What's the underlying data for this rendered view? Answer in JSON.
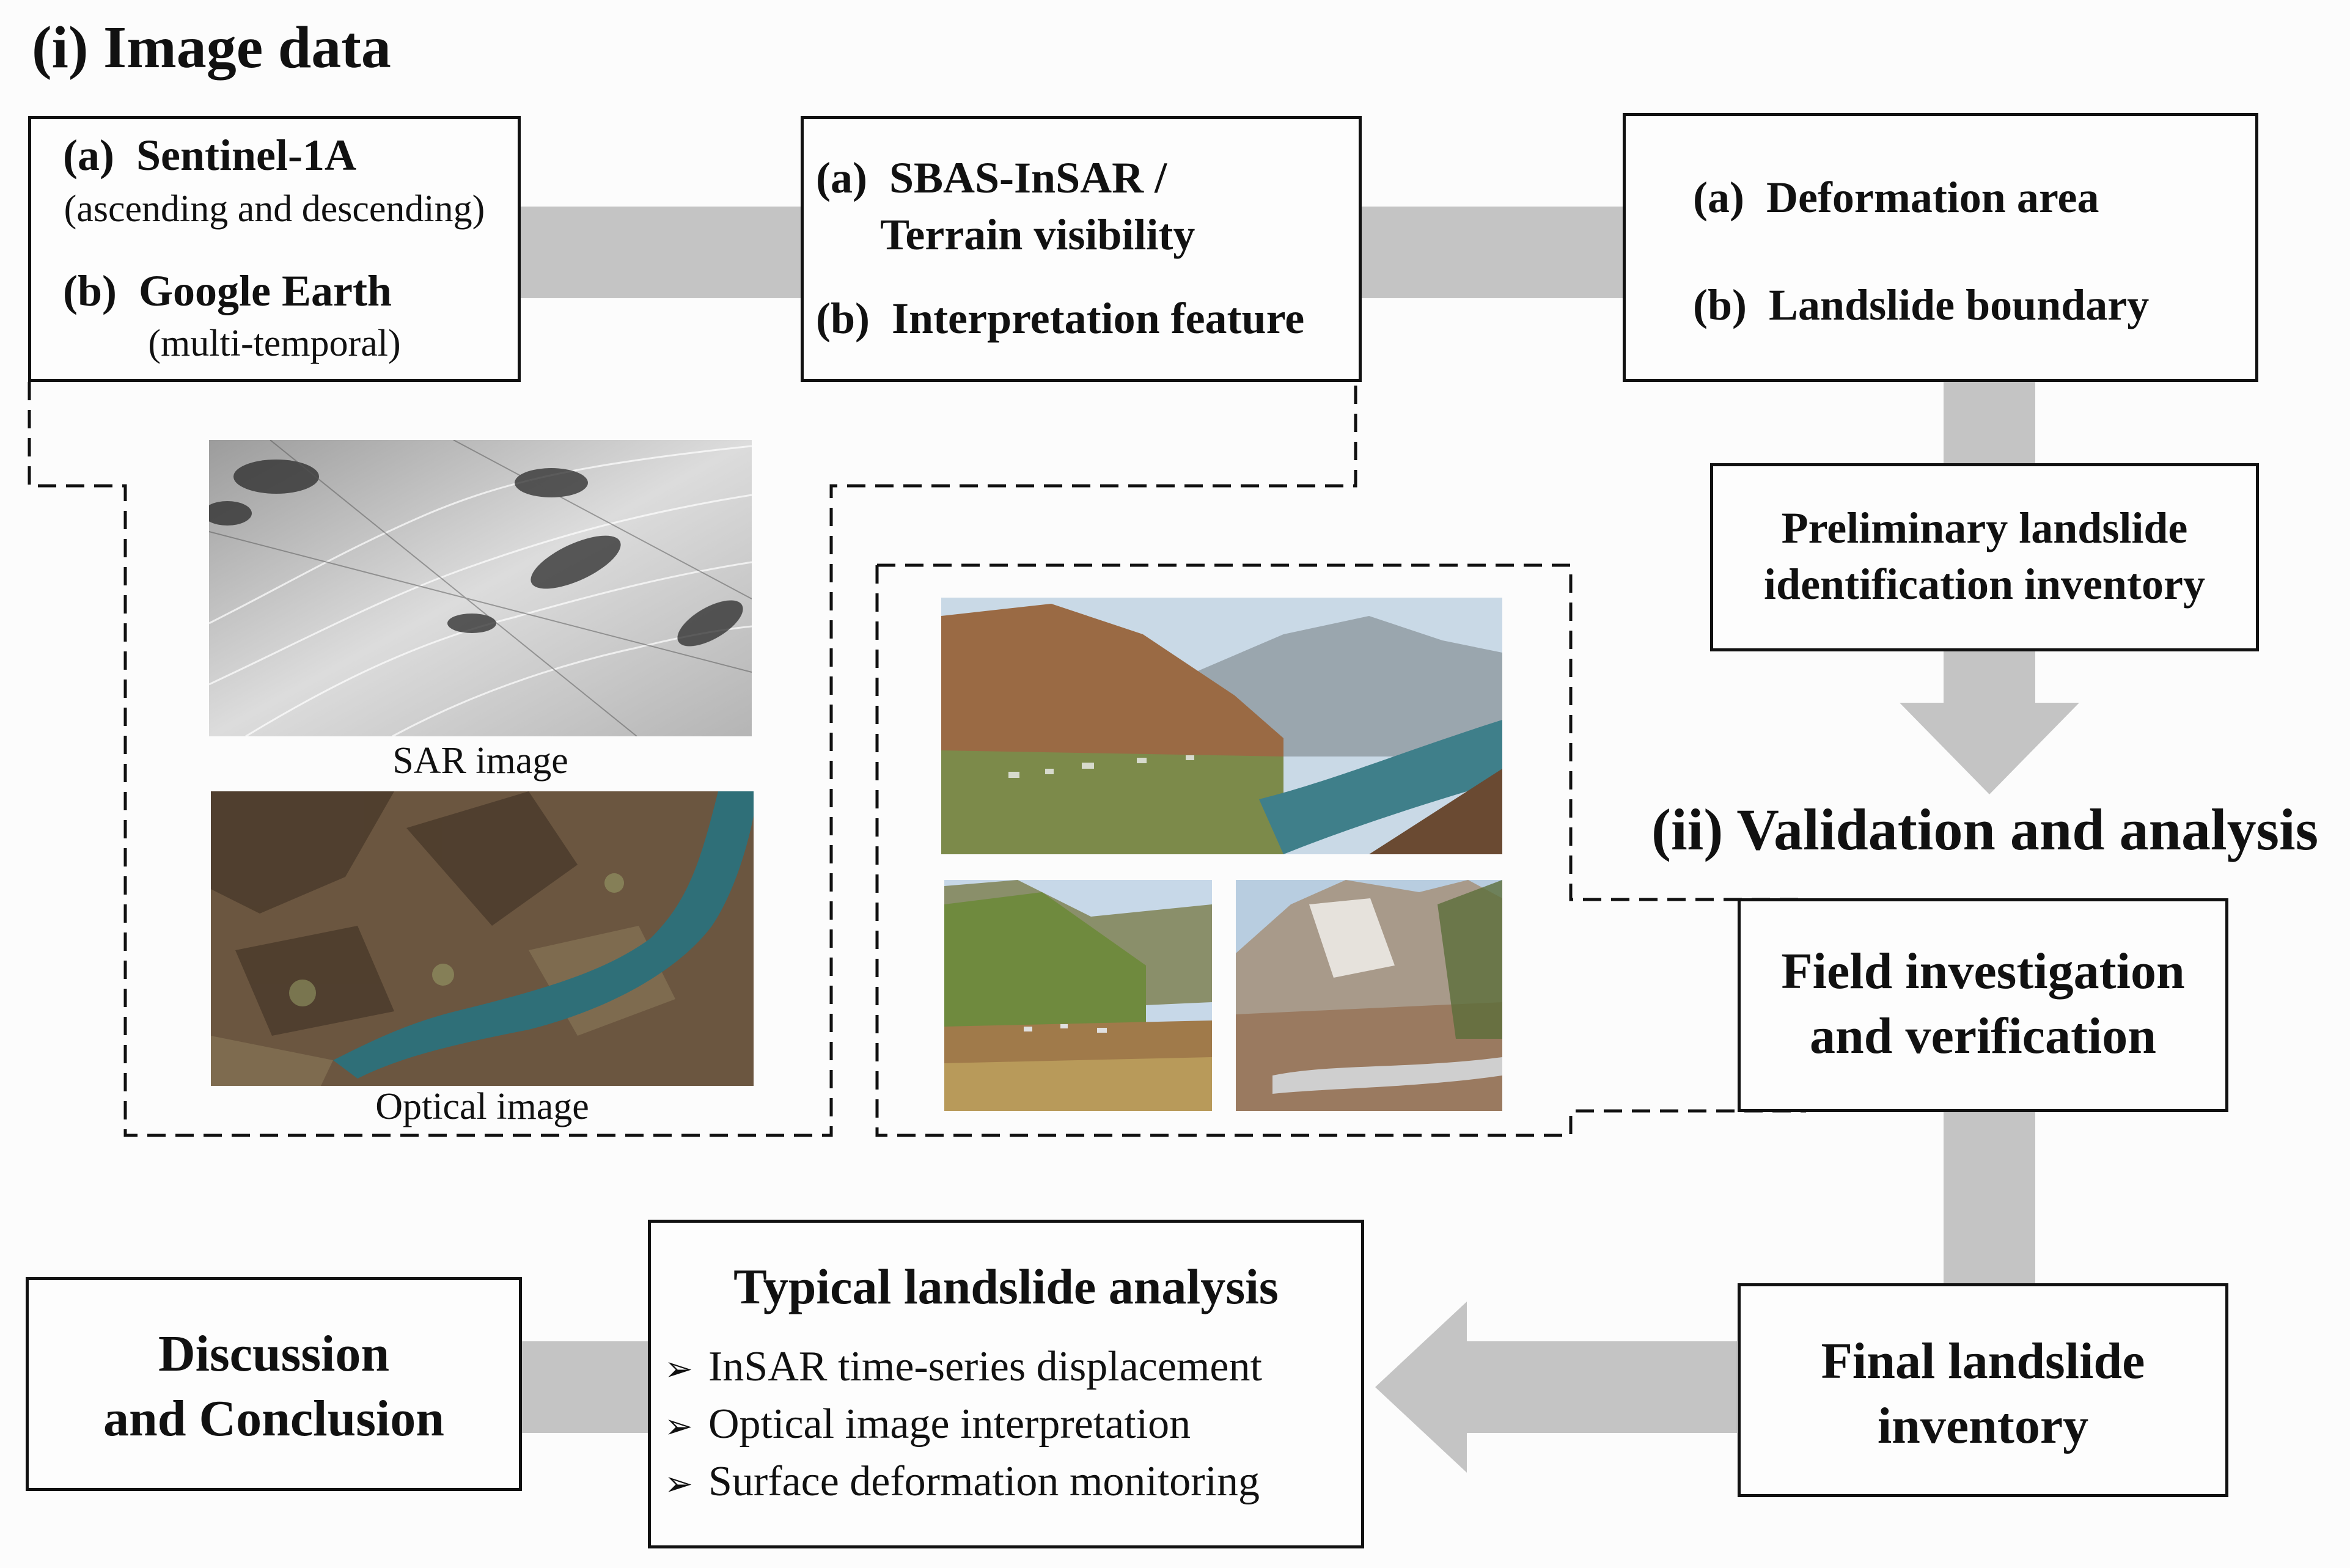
{
  "sections": {
    "image_data_title": "(i) Image data",
    "validation_title": "(ii) Validation and analysis"
  },
  "data_box": {
    "a_label": "(a)",
    "a_text": "Sentinel-1A",
    "a_sub": "(ascending and descending)",
    "b_label": "(b)",
    "b_text": "Google Earth",
    "b_sub": "(multi-temporal)"
  },
  "method_box": {
    "a_label": "(a)",
    "a_line1": "SBAS-InSAR /",
    "a_line2": "Terrain visibility",
    "b_label": "(b)",
    "b_text": "Interpretation feature"
  },
  "result_box": {
    "a_label": "(a)",
    "a_text": "Deformation area",
    "b_label": "(b)",
    "b_text": "Landslide boundary"
  },
  "preliminary_box": {
    "line1": "Preliminary landslide",
    "line2": "identification inventory"
  },
  "field_box": {
    "line1": "Field investigation",
    "line2": "and verification"
  },
  "final_box": {
    "line1": "Final landslide",
    "line2": "inventory"
  },
  "analysis_box": {
    "title": "Typical landslide analysis",
    "bullet_icon": "arrow-bullet-icon",
    "items": [
      "InSAR time-series displacement",
      "Optical image interpretation",
      "Surface deformation monitoring"
    ]
  },
  "discussion_box": {
    "line1": "Discussion",
    "line2": "and Conclusion"
  },
  "images": {
    "sar_caption": "SAR image",
    "optical_caption": "Optical image"
  },
  "colors": {
    "connector": "#c4c4c4",
    "border": "#111111",
    "dash": "#111111",
    "water": "#2f6f78",
    "terrain": "#8a6a4a",
    "vegetation": "#6f8a3e",
    "sky": "#c9d9e6"
  }
}
